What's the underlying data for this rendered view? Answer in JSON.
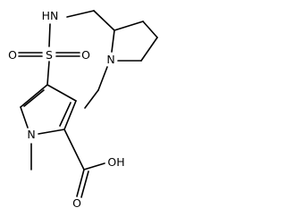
{
  "molecule": {
    "atom_labels": {
      "sulfonamide_nh": "HN",
      "sulfonyl_o_left": "O",
      "sulfur": "S",
      "sulfonyl_o_right": "O",
      "pyrrolidine_n": "N",
      "pyrrole_n": "N",
      "carbonyl_o": "O",
      "hydroxyl": "OH"
    },
    "colors": {
      "bond": "#000000",
      "label": "#000000",
      "background": "#ffffff"
    }
  }
}
